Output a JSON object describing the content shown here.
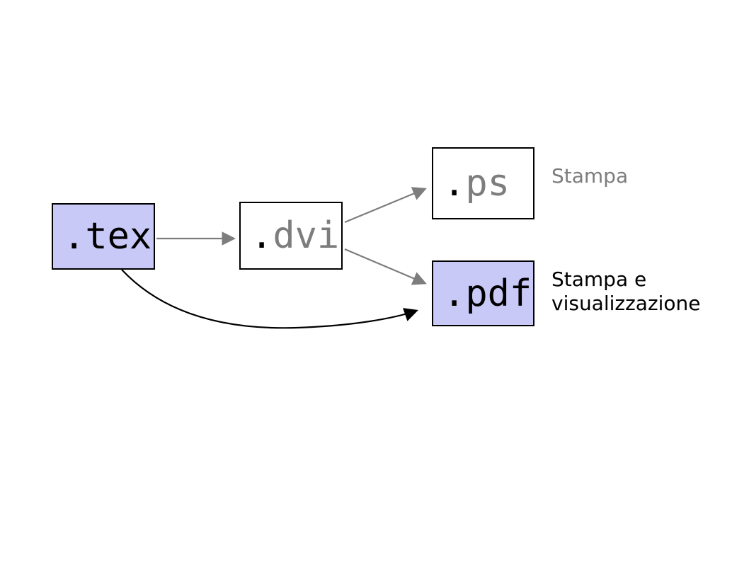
{
  "diagram": {
    "title": "LaTeX output format workflow",
    "background": "#ffffff",
    "colors": {
      "node_fill_highlight": "#c9c9f7",
      "node_fill_plain": "#ffffff",
      "node_border": "#000000",
      "gray_text": "#7d7d7d",
      "black_text": "#000000",
      "gray_arrow": "#7d7d7d",
      "black_arrow": "#000000"
    },
    "nodes": [
      {
        "id": "tex",
        "dot": ".",
        "extension": "tex",
        "label": ".tex",
        "fill": "#c9c9f7",
        "text_color": "#000000"
      },
      {
        "id": "dvi",
        "dot": ".",
        "extension": "dvi",
        "label": ".dvi",
        "fill": "#ffffff",
        "text_color": "#7d7d7d"
      },
      {
        "id": "ps",
        "dot": ".",
        "extension": "ps",
        "label": ".ps",
        "fill": "#ffffff",
        "text_color": "#7d7d7d"
      },
      {
        "id": "pdf",
        "dot": ".",
        "extension": "pdf",
        "label": ".pdf",
        "fill": "#c9c9f7",
        "text_color": "#000000"
      }
    ],
    "edges": [
      {
        "id": "tex-to-dvi",
        "from": "tex",
        "to": "dvi",
        "style": "straight",
        "color": "#7d7d7d"
      },
      {
        "id": "dvi-to-ps",
        "from": "dvi",
        "to": "ps",
        "style": "straight",
        "color": "#7d7d7d"
      },
      {
        "id": "dvi-to-pdf",
        "from": "dvi",
        "to": "pdf",
        "style": "straight",
        "color": "#7d7d7d"
      },
      {
        "id": "tex-to-pdf",
        "from": "tex",
        "to": "pdf",
        "style": "curved",
        "color": "#000000"
      }
    ],
    "captions": [
      {
        "id": "ps-caption",
        "text": "Stampa",
        "color": "#7d7d7d",
        "for": "ps"
      },
      {
        "id": "pdf-caption",
        "text": "Stampa e\nvisualizzazione",
        "color": "#000000",
        "for": "pdf"
      }
    ]
  }
}
